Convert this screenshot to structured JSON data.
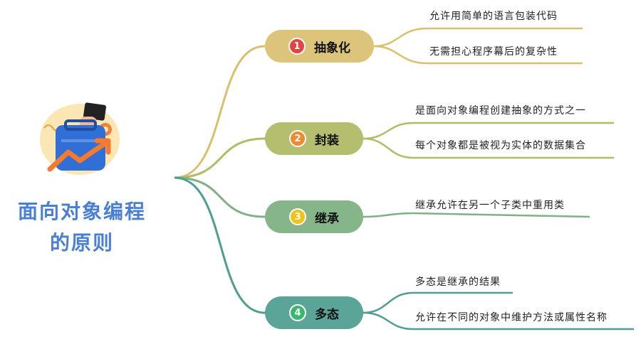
{
  "title": {
    "line1": "面向对象编程",
    "line2": "的原则"
  },
  "colors": {
    "title": "#4a7fd6",
    "branch1_fill": "#dcc57a",
    "branch1_line": "#d9c06c",
    "branch2_fill": "#b5bd6e",
    "branch2_line": "#b2bb66",
    "branch3_fill": "#86b58a",
    "branch3_line": "#7fb184",
    "branch4_fill": "#5aa598",
    "branch4_line": "#4f9e90",
    "badge1": "#e24343",
    "badge2": "#f08a2e",
    "badge3": "#f2c21a",
    "badge4": "#3cb86a"
  },
  "branches": [
    {
      "num": "1",
      "label": "抽象化",
      "leaves": [
        "允许用简单的语言包装代码",
        "无需担心程序幕后的复杂性"
      ]
    },
    {
      "num": "2",
      "label": "封装",
      "leaves": [
        "是面向对象编程创建抽象的方式之一",
        "每个对象都是被视为实体的数据集合"
      ]
    },
    {
      "num": "3",
      "label": "继承",
      "leaves": [
        "继承允许在另一个子类中重用类"
      ]
    },
    {
      "num": "4",
      "label": "多态",
      "leaves": [
        "多态是继承的结果",
        "允许在不同的对象中维护方法或属性名称"
      ]
    }
  ]
}
